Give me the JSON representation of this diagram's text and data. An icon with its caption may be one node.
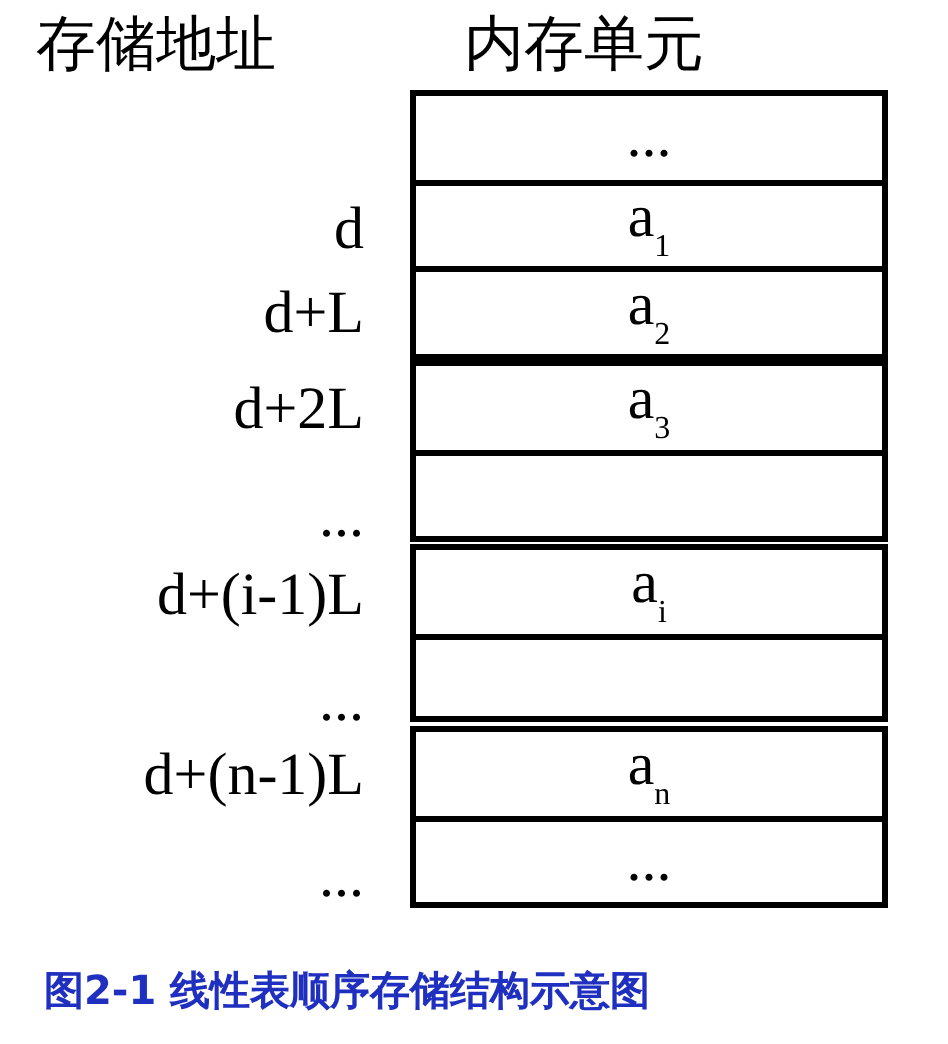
{
  "diagram": {
    "caption": "图2-1 线性表顺序存储结构示意图",
    "nodes": [
      {
        "text": [
          "..."
        ]
      },
      {
        "text": [
          "a$_{1}$"
        ]
      },
      {
        "text": [
          "a$_{2}$"
        ]
      },
      {
        "text": [
          "a$_{3}$"
        ]
      },
      {
        "text": [],
        "shape": "box"
      },
      {
        "text": [
          "a$_{i}$"
        ]
      },
      {
        "text": [],
        "shape": "box"
      },
      {
        "text": [
          "a$_{n}$"
        ]
      },
      {
        "text": [
          "..."
        ]
      }
    ],
    "labels": [
      "存储地址",
      "内存单元",
      "d",
      "d+L",
      "d+2L",
      "...",
      "d+(i-1)L",
      "...",
      "d+(n-1)L",
      "..."
    ]
  }
}
